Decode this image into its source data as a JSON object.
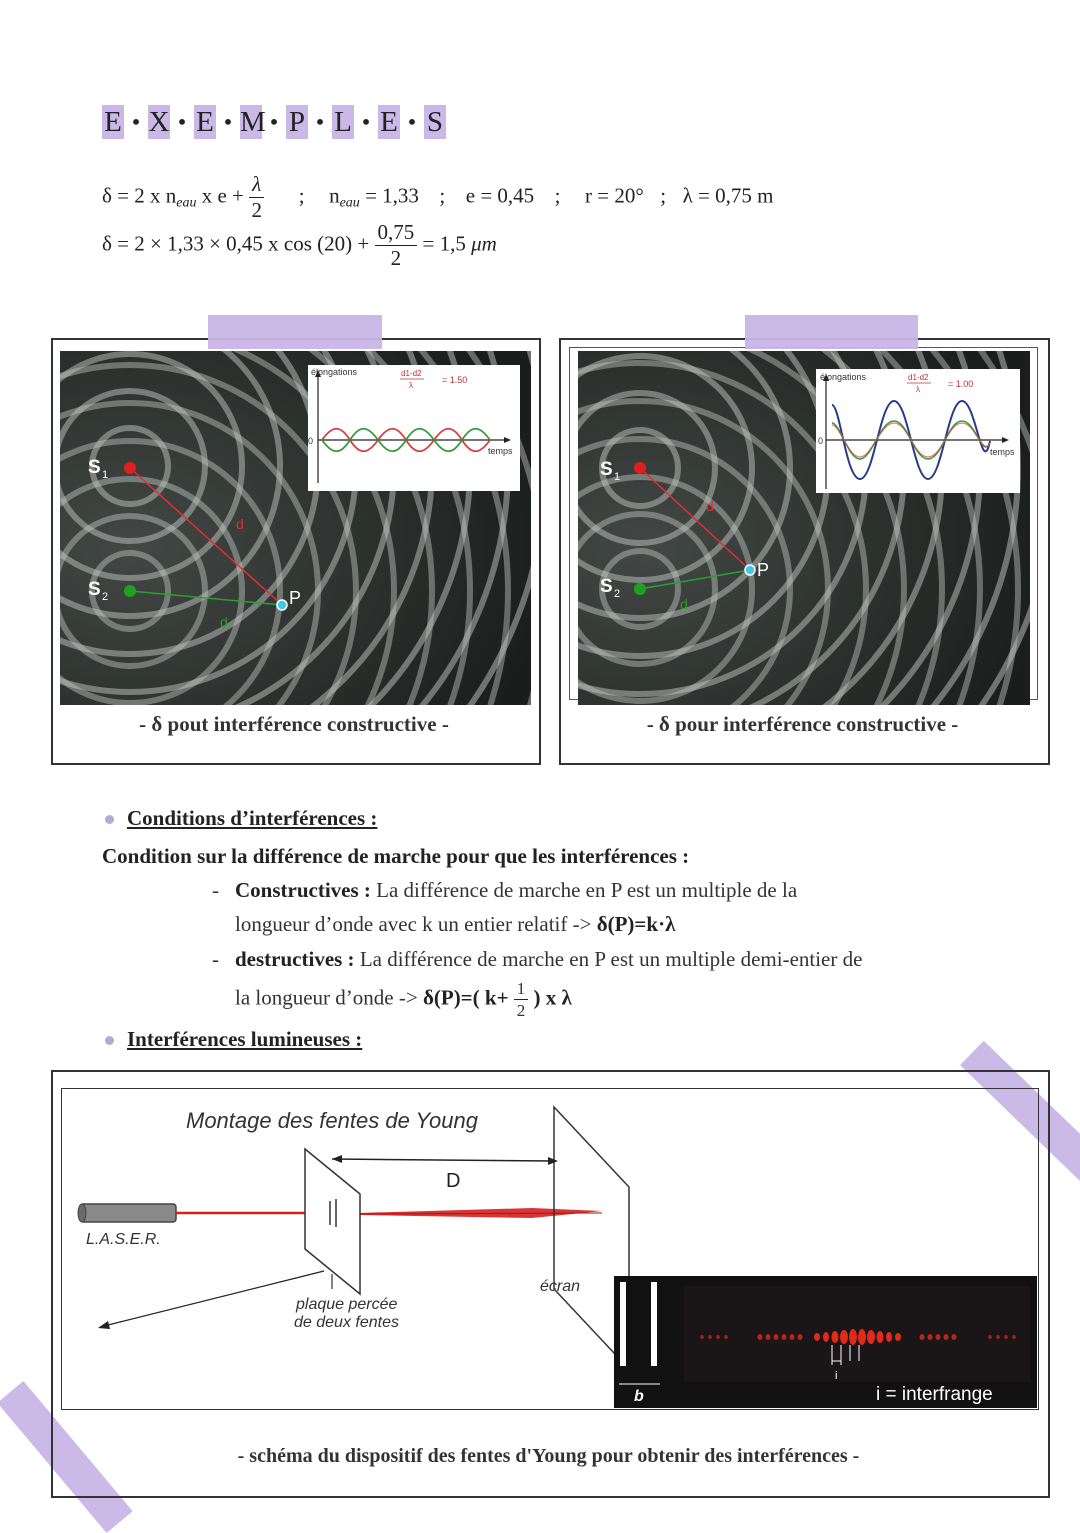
{
  "title_letters": [
    "E",
    "X",
    "E",
    "M",
    "P",
    "L",
    "E",
    "S"
  ],
  "formula1": {
    "delta_lhs": "δ = 2 x n",
    "sub_eau": "eau",
    "middle": " x e +",
    "lambda": "λ",
    "two": "2",
    "neau_label": "n",
    "neau_value": "= 1,33",
    "e_value": "e = 0,45",
    "r_value": "r = 20°",
    "lambda_value": "λ = 0,75 m",
    "sep": ";"
  },
  "formula2": {
    "lhs": "δ =  2 × 1,33 × 0,45 x cos (20) +",
    "num": "0,75",
    "den": "2",
    "rhs": "= 1,5",
    "unit": "μm"
  },
  "figure_left": {
    "caption": "- δ  pout interférence constructive -",
    "s1": "S",
    "s1_sub": "1",
    "s2": "S",
    "s2_sub": "2",
    "p": "P",
    "d1": "d",
    "d2": "d",
    "graph_ylabel": "élongations",
    "graph_xlabel": "temps",
    "graph_ratio": "d1-d2",
    "graph_lambda": "λ",
    "graph_value": "= 1.50",
    "graph_zero": "0"
  },
  "figure_right": {
    "caption": "- δ pour interférence constructive -",
    "s1": "S",
    "s1_sub": "1",
    "s2": "S",
    "s2_sub": "2",
    "p": "P",
    "d1": "d",
    "d2": "d",
    "graph_ylabel": "élongations",
    "graph_xlabel": "temps",
    "graph_ratio": "d1-d2",
    "graph_lambda": "λ",
    "graph_value": "= 1.00",
    "graph_zero": "0"
  },
  "conditions": {
    "heading": "Conditions d’interférences :",
    "intro": "Condition sur la différence de marche pour que les interférences :",
    "constructive_label": "Constructives :",
    "constructive_text1": " La différence de marche en P est un multiple de la",
    "constructive_text2": "longueur d’onde avec k un entier relatif  ->",
    "constructive_formula": "δ(P)=k·λ",
    "destructive_label": "destructives :",
    "destructive_text1": " La différence de marche en P est un multiple demi-entier de",
    "destructive_text2": "la longueur d’onde  ->",
    "destructive_formula_a": "δ(P)=( k+",
    "destructive_one": "1",
    "destructive_two": "2",
    "destructive_formula_b": ") x λ",
    "dash": "-"
  },
  "lumineuses": {
    "heading": "Interférences lumineuses :"
  },
  "young": {
    "title": "Montage des fentes de Young",
    "distance": "D",
    "laser": "L.A.S.E.R.",
    "plaque": "plaque percée",
    "plaque2": "de deux fentes",
    "ecran": "écran",
    "b_label": "b",
    "i_label": "i",
    "interfrange": "i = interfrange",
    "caption": "- schéma du dispositif des fentes d'Young pour obtenir des interférences -"
  },
  "colors": {
    "accent_lavender": "#c9b8e8",
    "laser_red": "#d42020",
    "wave_green": "#3a9a3a",
    "wave_red": "#d24040",
    "wave_blue": "#2a3a8a"
  }
}
